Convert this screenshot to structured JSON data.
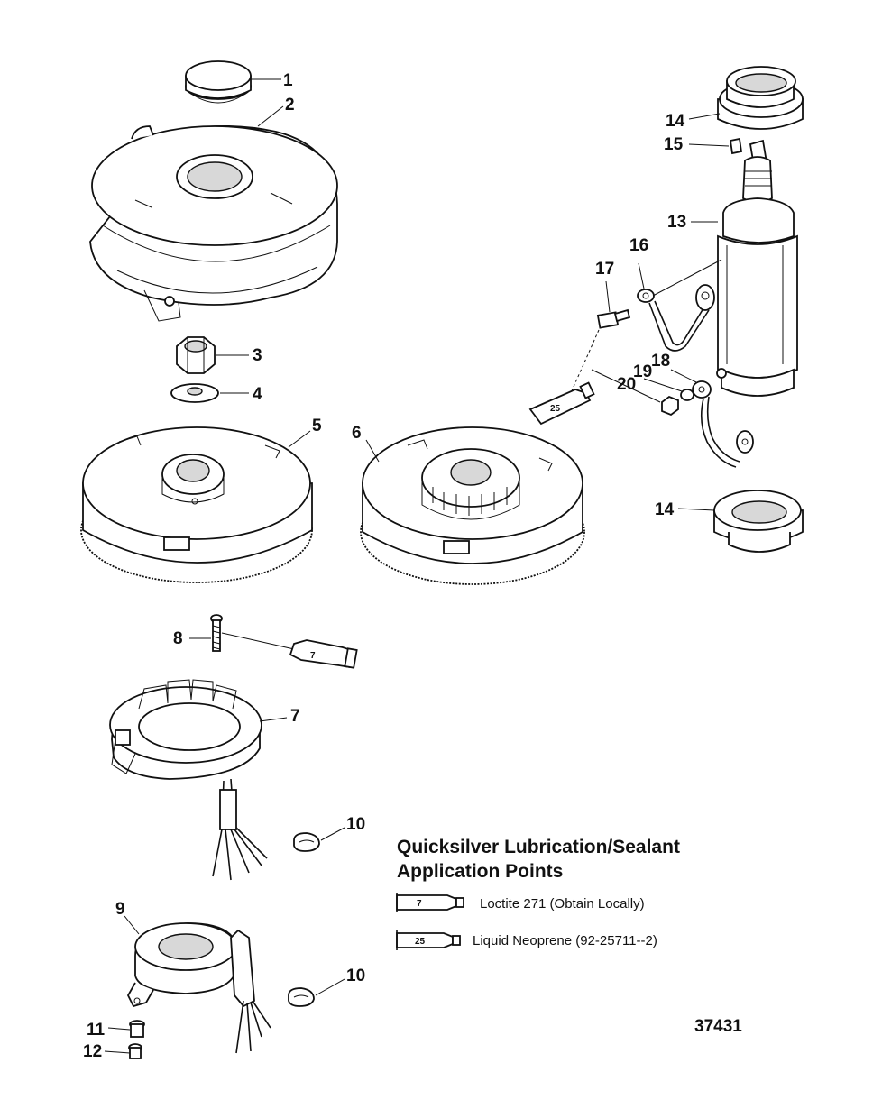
{
  "callouts": {
    "c1": "1",
    "c2": "2",
    "c3": "3",
    "c4": "4",
    "c5": "5",
    "c6": "6",
    "c7": "7",
    "c8": "8",
    "c9": "9",
    "c10a": "10",
    "c10b": "10",
    "c11": "11",
    "c12": "12",
    "c13": "13",
    "c14a": "14",
    "c14b": "14",
    "c15": "15",
    "c16": "16",
    "c17": "17",
    "c18": "18",
    "c19": "19",
    "c20": "20"
  },
  "tubes": {
    "t7": "7",
    "t25": "25"
  },
  "legend": {
    "title_line1": "Quicksilver Lubrication/Sealant",
    "title_line2": "Application Points",
    "items": [
      {
        "tube": "7",
        "text": "Loctite 271 (Obtain Locally)"
      },
      {
        "tube": "25",
        "text": "Liquid Neoprene (92-25711--2)"
      }
    ]
  },
  "figure_number": "37431"
}
